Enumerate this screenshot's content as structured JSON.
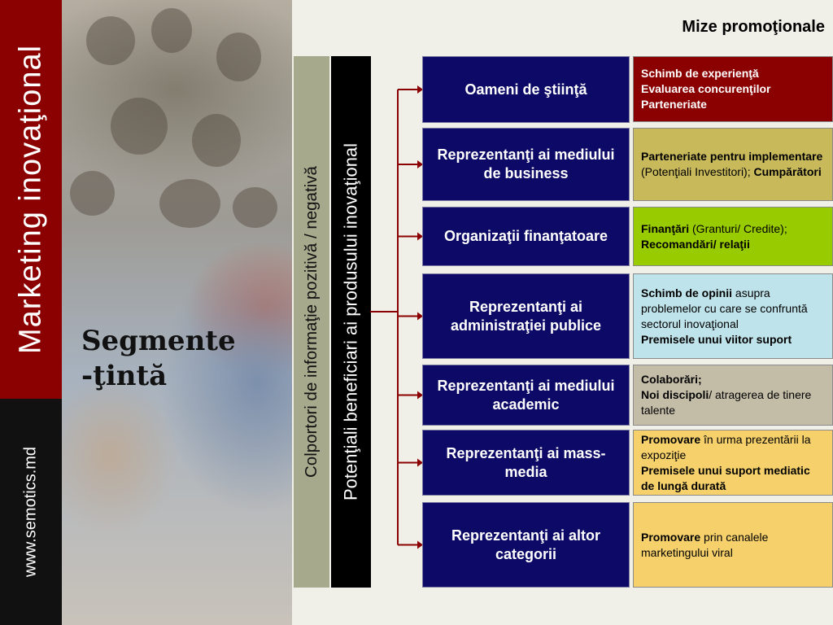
{
  "sidebar": {
    "title": "Marketing inovaţional",
    "website": "www.semotics.md",
    "colors": {
      "accent": "#8b0000",
      "dark": "#111111"
    }
  },
  "segment_label": "Segmente -ţintă",
  "columns": {
    "grey": "Colportori de informaţie pozitivă / negativă",
    "black": "Potenţiali beneficiari ai produsului inovaţional"
  },
  "header": {
    "title": "Mize promoţionale"
  },
  "segments": [
    {
      "label": "Oameni de ştiinţă"
    },
    {
      "label": "Reprezentanţi ai mediului de business"
    },
    {
      "label": "Organizaţii finanţatoare"
    },
    {
      "label": "Reprezentanţi ai administraţiei publice"
    },
    {
      "label": "Reprezentanţi ai mediului academic"
    },
    {
      "label": "Reprezentanţi ai mass-media"
    },
    {
      "label": "Reprezentanţi ai altor categorii"
    }
  ],
  "promotions": [
    {
      "color": "#8b0000",
      "text_color": "#ffffff",
      "parts": [
        {
          "text": "Schimb de experienţă",
          "bold": true,
          "br": true
        },
        {
          "text": "Evaluarea concurenţilor",
          "bold": true,
          "br": true
        },
        {
          "text": "Parteneriate",
          "bold": true
        }
      ]
    },
    {
      "color": "#c8b95a",
      "text_color": "#000000",
      "parts": [
        {
          "text": "Parteneriate pentru implementare",
          "bold": true
        },
        {
          "text": " (Potenţiali Investitori); "
        },
        {
          "text": "Cumpărători",
          "bold": true
        }
      ]
    },
    {
      "color": "#99cc00",
      "text_color": "#000000",
      "parts": [
        {
          "text": "Finanţări",
          "bold": true
        },
        {
          "text": " (Granturi/ Credite);",
          "br": true
        },
        {
          "text": "Recomandări/ relaţii",
          "bold": true
        }
      ]
    },
    {
      "color": "#bfe3ea",
      "text_color": "#000000",
      "parts": [
        {
          "text": "Schimb de opinii",
          "bold": true
        },
        {
          "text": " asupra problemelor  cu care se confruntă sectorul inovaţional",
          "br": true
        },
        {
          "text": "Premisele unui viitor suport",
          "bold": true
        }
      ]
    },
    {
      "color": "#c3bda8",
      "text_color": "#000000",
      "parts": [
        {
          "text": "Colaborări;",
          "bold": true,
          "br": true
        },
        {
          "text": "Noi discipoli",
          "bold": true
        },
        {
          "text": "/ atragerea de tinere talente"
        }
      ]
    },
    {
      "color": "#f5d06b",
      "text_color": "#000000",
      "parts": [
        {
          "text": "Promovare",
          "bold": true
        },
        {
          "text": " în urma prezentării la expoziţie",
          "br": true
        },
        {
          "text": "Premisele unui suport mediatic de lungă durată",
          "bold": true
        }
      ]
    },
    {
      "color": "#f5d06b",
      "text_color": "#000000",
      "parts": [
        {
          "text": "Promovare",
          "bold": true
        },
        {
          "text": " prin canalele marketingului viral"
        }
      ]
    }
  ],
  "connector_color": "#8b0000"
}
